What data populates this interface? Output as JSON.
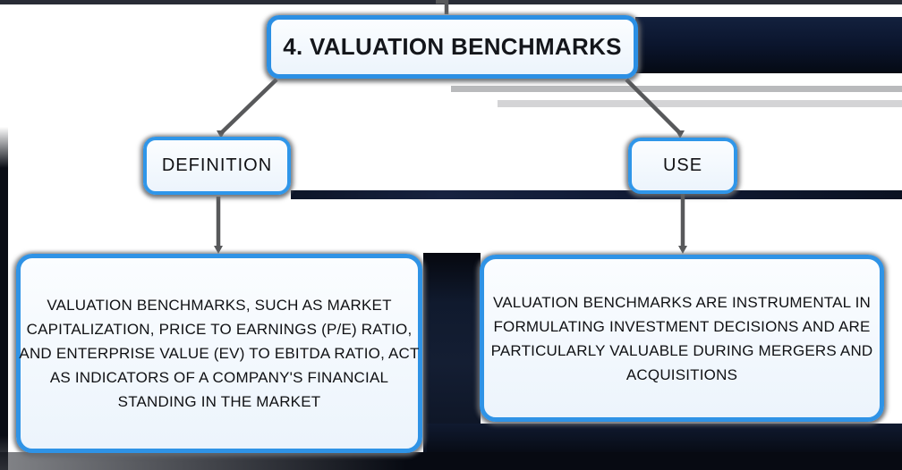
{
  "title": {
    "label": "4. VALUATION BENCHMARKS"
  },
  "branches": [
    {
      "label": "DEFINITION",
      "detail_lines": [
        "VALUATION BENCHMARKS, SUCH AS MARKET",
        "CAPITALIZATION, PRICE TO EARNINGS (P/E) RATIO,",
        "AND ENTERPRISE VALUE (EV) TO EBITDA RATIO, ACT",
        "AS INDICATORS OF A COMPANY'S FINANCIAL",
        "STANDING IN THE MARKET"
      ]
    },
    {
      "label": "USE",
      "detail_lines": [
        "VALUATION BENCHMARKS ARE INSTRUMENTAL IN",
        "FORMULATING INVESTMENT DECISIONS AND ARE",
        "PARTICULARLY VALUABLE DURING MERGERS AND",
        "ACQUISITIONS"
      ]
    }
  ],
  "colors": {
    "node_border_blue": "#2f96e9",
    "node_fill": "#f3f9fe",
    "connector_gray": "#58595b",
    "text_dark": "#111114",
    "background_artifact_navy": "#111b36"
  }
}
